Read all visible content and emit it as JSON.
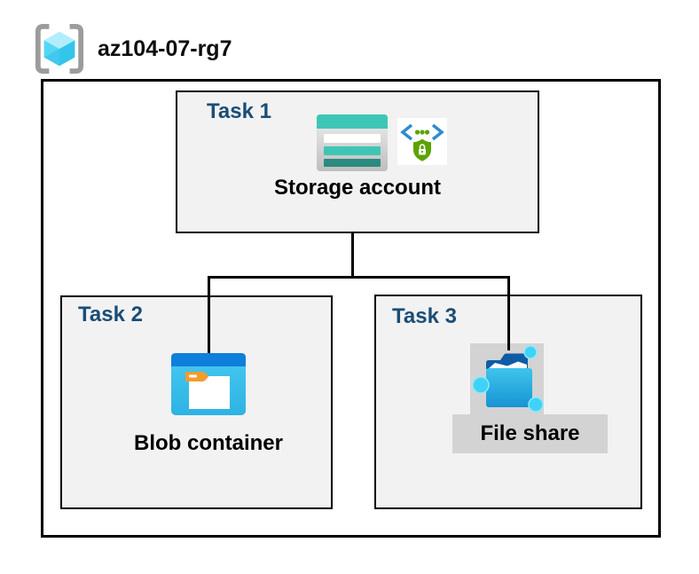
{
  "header": {
    "title": "az104-07-rg7",
    "icon": "resource-group-icon"
  },
  "diagram": {
    "tasks": [
      {
        "label": "Task 1",
        "resource": "Storage account",
        "icons": [
          "storage-account-icon",
          "secure-endpoint-icon"
        ]
      },
      {
        "label": "Task 2",
        "resource": "Blob container",
        "icons": [
          "blob-container-icon"
        ]
      },
      {
        "label": "Task 3",
        "resource": "File share",
        "icons": [
          "file-share-icon"
        ]
      }
    ],
    "connections": [
      {
        "from": "Storage account",
        "to": "Blob container"
      },
      {
        "from": "Storage account",
        "to": "File share"
      }
    ]
  },
  "colors": {
    "task_label_navy": "#1A4D76",
    "task_box_fill": "#F2F2F2",
    "border_black": "#000000",
    "storage_teal": "#3EC6B5",
    "storage_teal_dark": "#2B8B7F",
    "blob_band_blue": "#0E7FDB",
    "blob_body_cyan": "#3BC2EC",
    "folder_tab_orange": "#F39C2E",
    "share_node_cyan": "#3ED3F7",
    "share_line_blue": "#15609C",
    "shield_green": "#5BA300",
    "bracket_blue": "#2E8BD0",
    "backdrop_gray": "#D3D3D3",
    "cube_cyan_light": "#B3EDFB",
    "cube_cyan_mid": "#55D7F4",
    "cube_cyan_dark": "#33C5EB"
  }
}
